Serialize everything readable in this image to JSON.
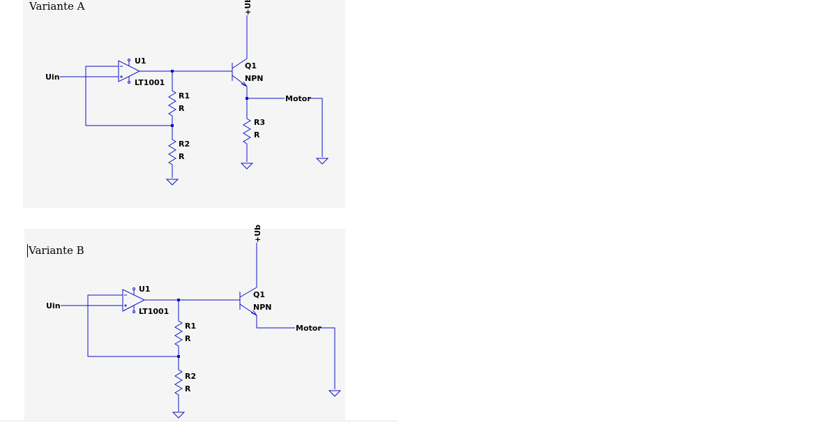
{
  "document": {
    "title_a": "Variante A",
    "title_b": "Variante B"
  },
  "circuit_a": {
    "supply": "+Ub",
    "input": "Uin",
    "opamp_ref": "U1",
    "opamp_part": "LT1001",
    "transistor_ref": "Q1",
    "transistor_type": "NPN",
    "r1_ref": "R1",
    "r1_value": "R",
    "r2_ref": "R2",
    "r2_value": "R",
    "r3_ref": "R3",
    "r3_value": "R",
    "load": "Motor"
  },
  "circuit_b": {
    "supply": "+Ub",
    "input": "Uin",
    "opamp_ref": "U1",
    "opamp_part": "LT1001",
    "transistor_ref": "Q1",
    "transistor_type": "NPN",
    "r1_ref": "R1",
    "r1_value": "R",
    "r2_ref": "R2",
    "r2_value": "R",
    "load": "Motor"
  },
  "colors": {
    "wire": "#1010c8",
    "panel": "#f5f5f5"
  }
}
